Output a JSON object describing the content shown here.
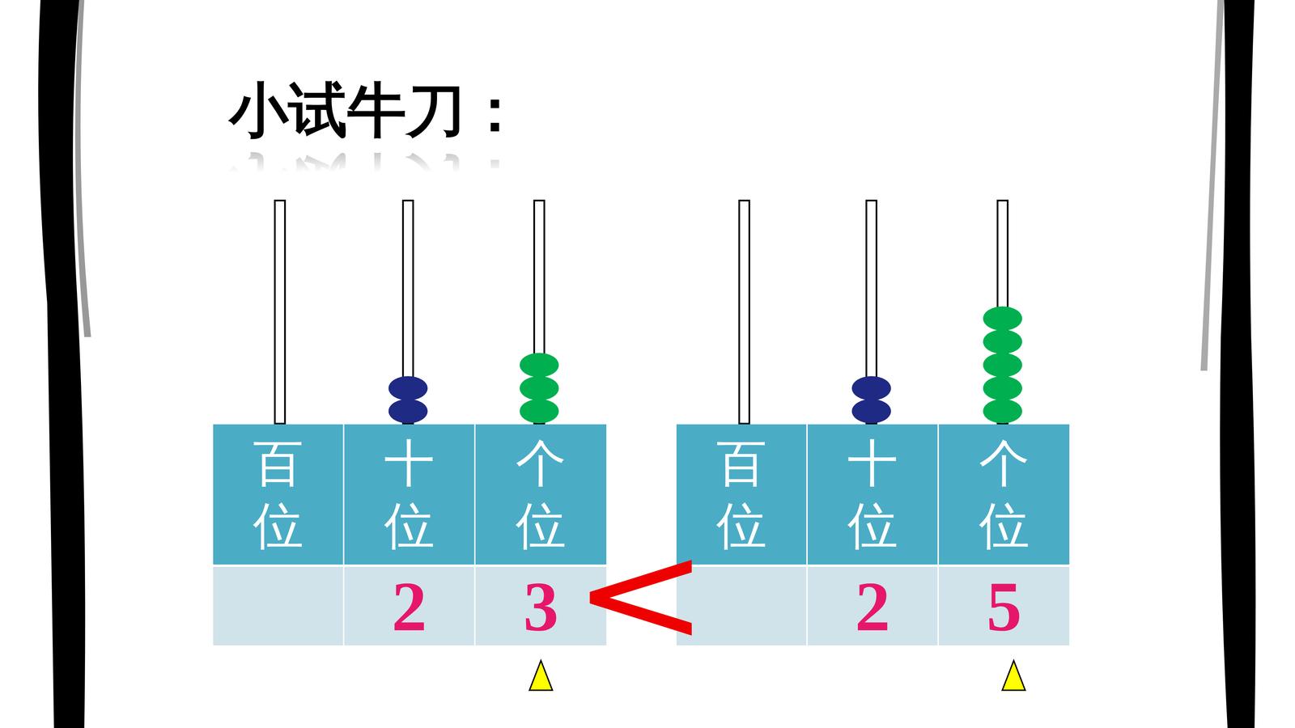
{
  "diagram": {
    "title": "小试牛刀：",
    "nodes": [
      {
        "text": [
          "百 位"
        ]
      },
      {
        "text": [
          "十 位"
        ]
      },
      {
        "text": [
          "个 位"
        ]
      },
      {
        "text": [
          "百 位"
        ]
      },
      {
        "text": [
          "十 位"
        ]
      },
      {
        "text": [
          "个 位"
        ]
      },
      {
        "text": [
          "2"
        ]
      },
      {
        "text": [
          "3"
        ]
      },
      {
        "text": [
          "2"
        ]
      },
      {
        "text": [
          "5"
        ]
      }
    ],
    "labels": [
      "<"
    ]
  }
}
